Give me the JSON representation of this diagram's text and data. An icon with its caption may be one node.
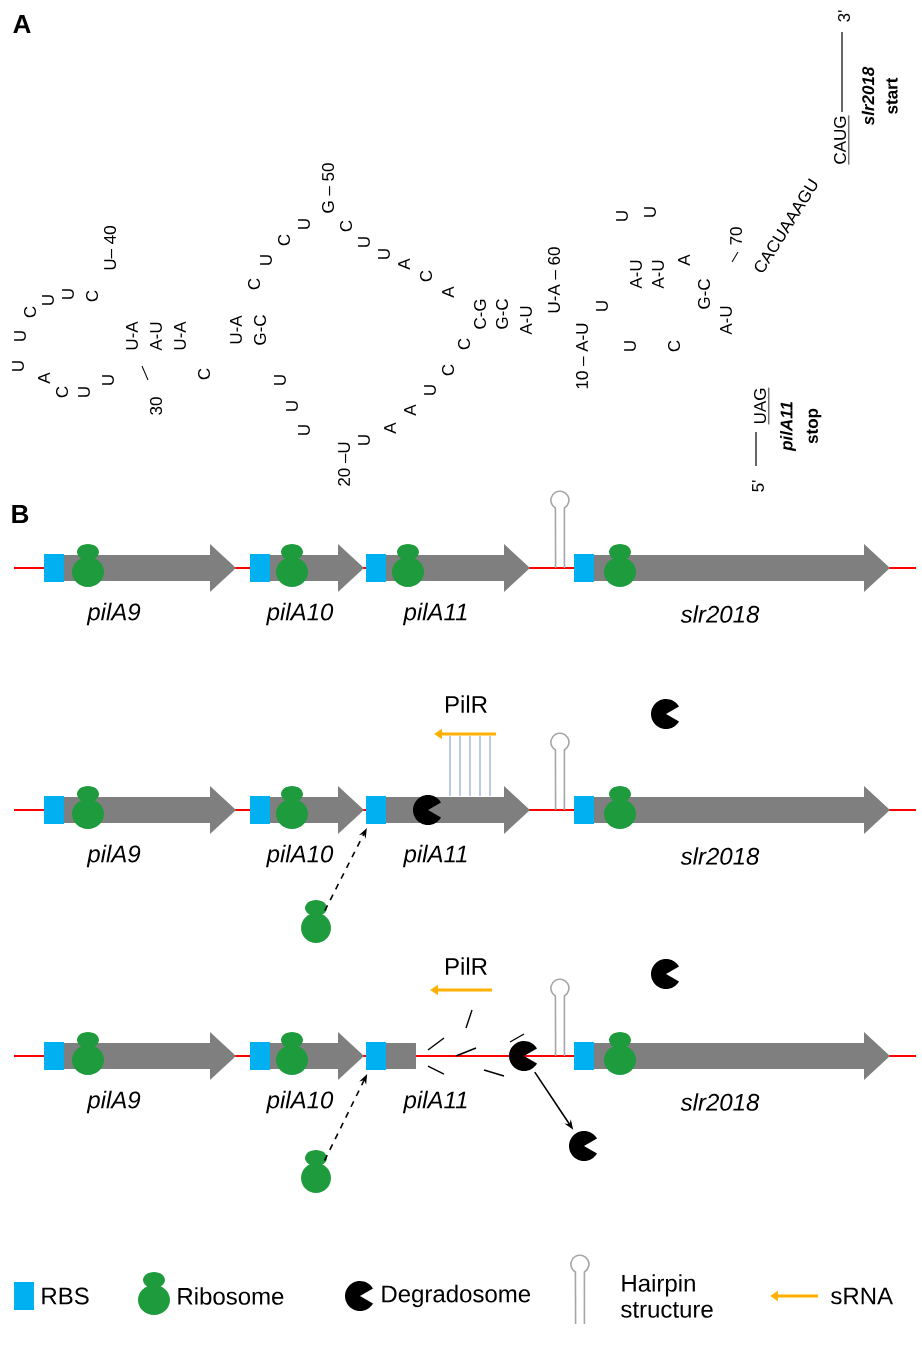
{
  "diagram": {
    "nodes": [
      {
        "text": [],
        "shape": "box"
      },
      {
        "text": [],
        "shape": "arrow",
        "beside": [
          "pilA9"
        ]
      },
      {
        "text": [],
        "shape": "box"
      },
      {
        "text": [],
        "shape": "arrow",
        "beside": [
          "pilA10"
        ]
      },
      {
        "text": [],
        "shape": "box"
      },
      {
        "text": [],
        "shape": "arrow",
        "beside": [
          "pilA11"
        ]
      },
      {
        "text": [],
        "shape": "box"
      },
      {
        "text": [],
        "shape": "arrow",
        "beside": [
          "slr2018"
        ]
      },
      {
        "text": [],
        "shape": "box"
      },
      {
        "text": [],
        "shape": "arrow",
        "beside": [
          "pilA9"
        ]
      },
      {
        "text": [],
        "shape": "box"
      },
      {
        "text": [],
        "shape": "arrow",
        "beside": [
          "pilA10"
        ]
      },
      {
        "text": [],
        "shape": "box"
      },
      {
        "text": [],
        "shape": "arrow",
        "beside": [
          "pilA11"
        ]
      },
      {
        "text": [],
        "shape": "box"
      },
      {
        "text": [],
        "shape": "arrow",
        "beside": [
          "slr2018"
        ]
      },
      {
        "text": [],
        "shape": "circle"
      },
      {
        "text": [],
        "shape": "box"
      },
      {
        "text": [],
        "shape": "arrow",
        "beside": [
          "pilA9"
        ]
      },
      {
        "text": [],
        "shape": "box"
      },
      {
        "text": [],
        "shape": "arrow",
        "beside": [
          "pilA10"
        ]
      },
      {
        "text": [],
        "shape": "box"
      },
      {
        "text": [],
        "shape": "bar",
        "beside": [
          "pilA11"
        ]
      },
      {
        "text": [],
        "shape": "box"
      },
      {
        "text": [],
        "shape": "arrow",
        "beside": [
          "slr2018"
        ]
      },
      {
        "text": [],
        "shape": "circle"
      },
      {
        "text": [],
        "shape": "circle"
      },
      {
        "text": [],
        "shape": "circle"
      }
    ],
    "edges": [
      {
        "from": 16,
        "to": 12,
        "arrow": "to",
        "style": "dashed"
      },
      {
        "from": 25,
        "to": 21,
        "arrow": "to",
        "style": "dashed"
      },
      {
        "from": 26,
        "to": 27,
        "arrow": "to"
      }
    ],
    "labels": [
      "A",
      "U",
      "A",
      "C",
      "U",
      "U",
      "U-A",
      "A-U",
      "U-A",
      "30",
      "U",
      "C",
      "U",
      "U",
      "C",
      "U– 40",
      "C",
      "U-A",
      "G-C",
      "U",
      "U",
      "U",
      "20 –U",
      "U",
      "A",
      "A",
      "U",
      "C",
      "C",
      "C-G",
      "G-C",
      "A-U",
      "U-A – 60",
      "10 – A-U",
      "U",
      "C",
      "U",
      "C",
      "U",
      "G – 50",
      "C",
      "U",
      "U",
      "A",
      "C",
      "A",
      "U",
      "C",
      "A-U",
      "A-U",
      "U",
      "U",
      "A",
      "G-C",
      "A-U",
      "70",
      "CACUAAAGU",
      "CAUG",
      "3'",
      "slr2018",
      "start",
      "UAG",
      "5'",
      "pilA11",
      "stop",
      "B",
      "PilR",
      "PilR"
    ],
    "legend": [
      {
        "text": "RBS",
        "color": "#00b0f0"
      },
      {
        "text": "Ribosome"
      },
      {
        "text": "Degradosome"
      },
      {
        "text": "Hairpin structure"
      },
      {
        "text": "sRNA"
      }
    ]
  }
}
